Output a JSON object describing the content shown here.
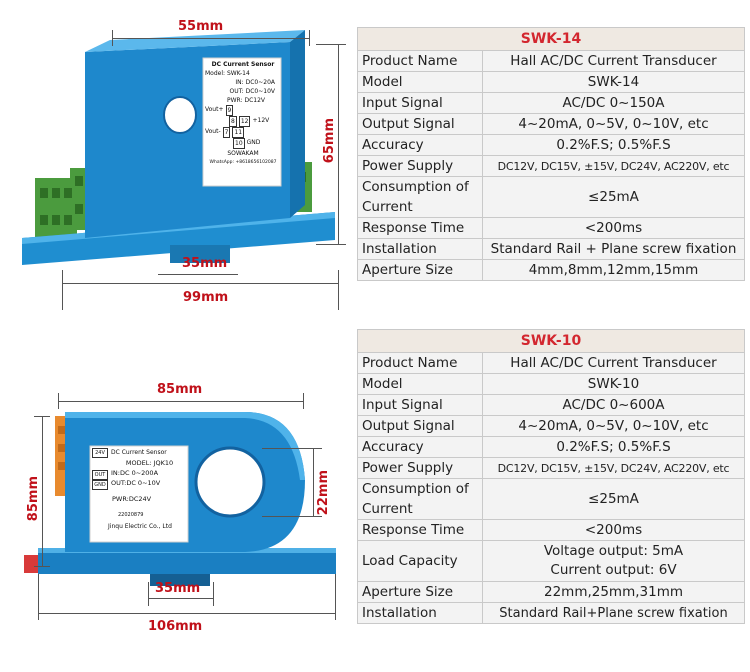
{
  "swk14": {
    "title": "SWK-14",
    "rows": [
      {
        "label": "Product Name",
        "value": "Hall AC/DC Current Transducer"
      },
      {
        "label": "Model",
        "value": "SWK-14"
      },
      {
        "label": "Input Signal",
        "value": "AC/DC 0~150A"
      },
      {
        "label": "Output Signal",
        "value": "4~20mA, 0~5V, 0~10V, etc"
      },
      {
        "label": "Accuracy",
        "value": "0.2%F.S; 0.5%F.S"
      },
      {
        "label": "Power Supply",
        "value": "DC12V, DC15V, ±15V, DC24V, AC220V, etc"
      },
      {
        "label": "Consumption of Current",
        "value": "≤25mA"
      },
      {
        "label": "Response Time",
        "value": "<200ms"
      },
      {
        "label": "Installation",
        "value": "Standard Rail + Plane screw fixation"
      },
      {
        "label": "Aperture Size",
        "value": "4mm,8mm,12mm,15mm"
      }
    ],
    "dimensions": {
      "top": "55mm",
      "height": "65mm",
      "rail": "35mm",
      "bottom": "99mm"
    },
    "label_text": {
      "l1": "DC Current Sensor",
      "l2": "Model: SWK-14",
      "l3": "IN: DC0~20A",
      "l4": "OUT: DC0~10V",
      "l5": "PWR: DC12V",
      "l6": "Vout+",
      "l7": "+12V",
      "l8": "Vout-",
      "l9": "GND",
      "l10": "SOWAKAM",
      "l11": "WhatsApp: +8618656102087",
      "p1": "9",
      "p2": "8",
      "p3": "12",
      "p4": "7",
      "p5": "11",
      "p6": "10"
    }
  },
  "swk10": {
    "title": "SWK-10",
    "rows": [
      {
        "label": "Product Name",
        "value": "Hall AC/DC Current Transducer"
      },
      {
        "label": "Model",
        "value": "SWK-10"
      },
      {
        "label": "Input Signal",
        "value": "AC/DC 0~600A"
      },
      {
        "label": "Output Signal",
        "value": "4~20mA, 0~5V, 0~10V, etc"
      },
      {
        "label": "Accuracy",
        "value": "0.2%F.S; 0.5%F.S"
      },
      {
        "label": "Power Supply",
        "value": "DC12V, DC15V, ±15V, DC24V, AC220V, etc"
      },
      {
        "label": "Consumption of Current",
        "value": "≤25mA"
      },
      {
        "label": "Response Time",
        "value": "<200ms"
      },
      {
        "label": "Load Capacity",
        "value": "Voltage output: 5mA",
        "value2": "Current output: 6V"
      },
      {
        "label": "Aperture Size",
        "value": "22mm,25mm,31mm"
      },
      {
        "label": "Installation",
        "value": "Standard Rail+Plane screw  fixation"
      }
    ],
    "dimensions": {
      "top": "85mm",
      "height": "85mm",
      "aperture": "22mm",
      "rail": "35mm",
      "bottom": "106mm"
    },
    "label_text": {
      "l1": "DC Current Sensor",
      "l2": "MODEL: JQK10",
      "l3": "IN:DC 0~200A",
      "l4": "OUT:DC 0~10V",
      "l5": "PWR:DC24V",
      "l6": "22020879",
      "l7": "Jinqu Electric Co., Ltd",
      "t1": "24V",
      "t2": "OUT",
      "t3": "GND"
    }
  }
}
